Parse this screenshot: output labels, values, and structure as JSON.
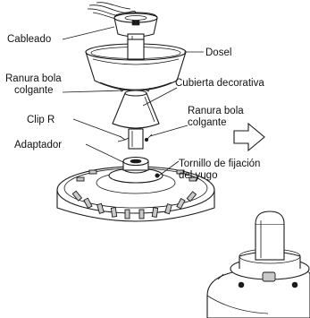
{
  "labels": {
    "cableado": "Cableado",
    "dosel": "Dosel",
    "ranura_bola_1": "Ranura bola",
    "ranura_bola_1b": "colgante",
    "cubierta": "Cubierta decorativa",
    "ranura_bola_2": "Ranura bola",
    "ranura_bola_2b": "colgante",
    "clip_r": "Clip R",
    "adaptador": "Adaptador",
    "tornillo_1": "Tornillo de fijación",
    "tornillo_2": "del yugo"
  },
  "colors": {
    "line": "#1a1a1a",
    "background": "#ffffff",
    "shade": "#c9c9c9"
  }
}
